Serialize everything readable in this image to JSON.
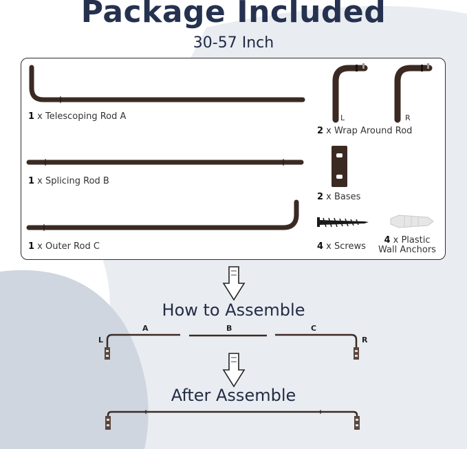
{
  "title": "Package Included",
  "subtitle": "30-57 Inch",
  "items": [
    {
      "qty": "1",
      "text": " x Telescoping Rod A"
    },
    {
      "qty": "1",
      "text": " x Splicing Rod B"
    },
    {
      "qty": "1",
      "text": " x Outer Rod C"
    },
    {
      "qty": "2",
      "text": " x Wrap Around Rod"
    },
    {
      "qty": "2",
      "text": " x Bases"
    },
    {
      "qty": "4",
      "text": " x Screws"
    },
    {
      "qty": "4",
      "text": " x Plastic",
      "line2": "Wall Anchors"
    }
  ],
  "wrap_labels": {
    "left": "L",
    "right": "R"
  },
  "how_to_assemble": "How to Assemble",
  "after_assemble": "After Assemble",
  "assembly_labels": {
    "a": "A",
    "b": "B",
    "c": "C",
    "l": "L",
    "r": "R"
  },
  "colors": {
    "title": "#25324f",
    "rod": "#3b2a22",
    "bg_shape": "#e4e8ee"
  }
}
